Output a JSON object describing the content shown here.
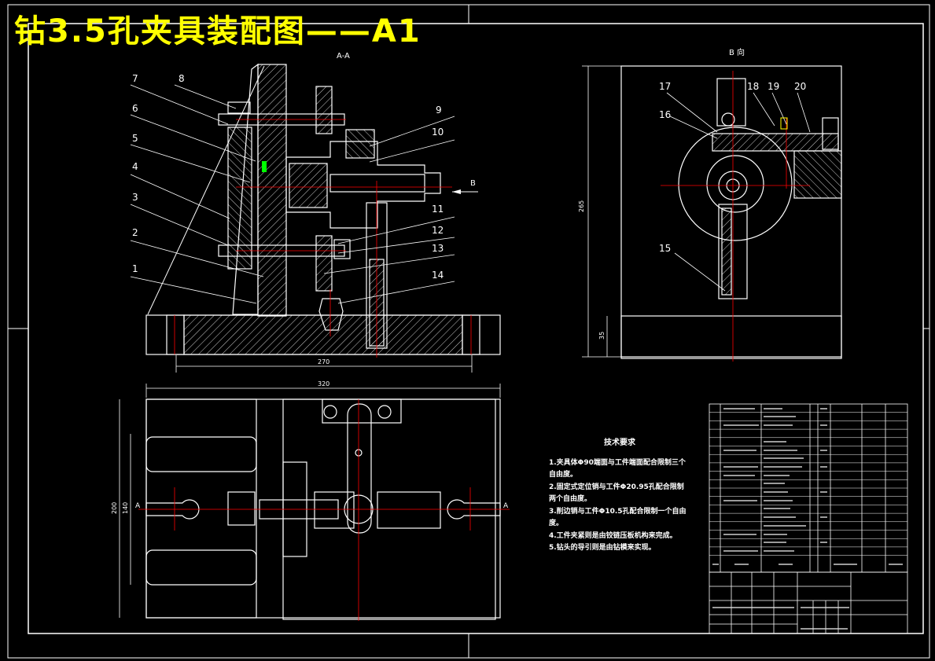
{
  "title": "钻3.5孔夹具装配图——A1",
  "view_labels": {
    "section": "A-A",
    "b_view": "B 向",
    "b_arrow": "B",
    "a_left": "A",
    "a_right": "A"
  },
  "balloons": [
    "1",
    "2",
    "3",
    "4",
    "5",
    "6",
    "7",
    "8",
    "9",
    "10",
    "11",
    "12",
    "13",
    "14",
    "15",
    "16",
    "17",
    "18",
    "19",
    "20"
  ],
  "dimensions": {
    "front_width": "270",
    "top_width": "320",
    "top_height": "200",
    "top_inner": "140",
    "side_height": "265",
    "side_base": "35"
  },
  "tech_requirements": {
    "heading": "技术要求",
    "items": [
      "1.夹具体Φ90端面与工件端面配合限制三个自由度。",
      "2.固定式定位销与工件Φ20.95孔配合限制两个自由度。",
      "3.削边销与工件Φ10.5孔配合限制一个自由度。",
      "4.工件夹紧则是由铰链压板机构来完成。",
      "5.钻头的导引则是由钻模来实现。"
    ]
  },
  "colors": {
    "background": "#000000",
    "line": "#ffffff",
    "centerline": "#ff0000",
    "title": "#ffff00",
    "accent_green": "#00ff00"
  }
}
